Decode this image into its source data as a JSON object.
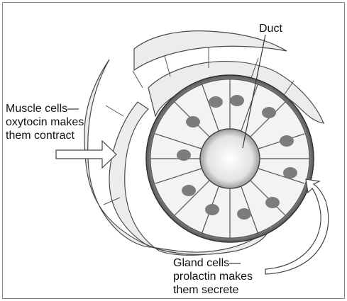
{
  "labels": {
    "duct": "Duct",
    "muscle": [
      "Muscle cells—",
      "oxytocin makes",
      "them contract"
    ],
    "gland": [
      "Gland cells—",
      "prolactin makes",
      "them secrete"
    ]
  }
}
